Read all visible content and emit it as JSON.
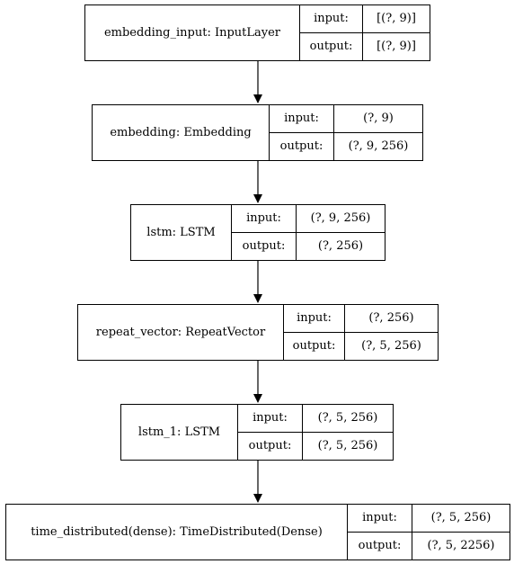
{
  "layers": [
    {
      "name": "embedding_input: InputLayer",
      "input_label": "input:",
      "input_shape": "[(?, 9)]",
      "output_label": "output:",
      "output_shape": "[(?, 9)]"
    },
    {
      "name": "embedding: Embedding",
      "input_label": "input:",
      "input_shape": "(?, 9)",
      "output_label": "output:",
      "output_shape": "(?, 9, 256)"
    },
    {
      "name": "lstm: LSTM",
      "input_label": "input:",
      "input_shape": "(?, 9, 256)",
      "output_label": "output:",
      "output_shape": "(?, 256)"
    },
    {
      "name": "repeat_vector: RepeatVector",
      "input_label": "input:",
      "input_shape": "(?, 256)",
      "output_label": "output:",
      "output_shape": "(?, 5, 256)"
    },
    {
      "name": "lstm_1: LSTM",
      "input_label": "input:",
      "input_shape": "(?, 5, 256)",
      "output_label": "output:",
      "output_shape": "(?, 5, 256)"
    },
    {
      "name": "time_distributed(dense): TimeDistributed(Dense)",
      "input_label": "input:",
      "input_shape": "(?, 5, 256)",
      "output_label": "output:",
      "output_shape": "(?, 5, 2256)"
    }
  ]
}
